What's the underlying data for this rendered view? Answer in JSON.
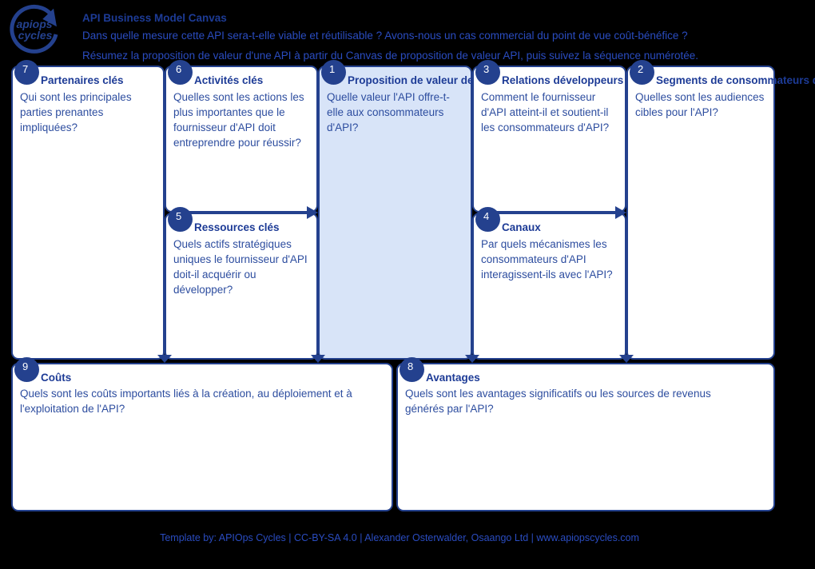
{
  "logo": {
    "line1": "apiops",
    "line2": "cycles"
  },
  "header": {
    "title": "API Business Model Canvas",
    "line1": "Dans quelle mesure cette API sera-t-elle viable et réutilisable ? Avons-nous un cas commercial du point de vue coût-bénéfice ?",
    "line2": "Résumez la proposition de valeur d'une API à partir du Canvas de proposition de valeur API, puis suivez la séquence numérotée."
  },
  "boxes": {
    "b7": {
      "num": "7",
      "title": "Partenaires clés",
      "body": "Qui sont les principales parties prenantes impliquées?"
    },
    "b6": {
      "num": "6",
      "title": "Activités clés",
      "body": "Quelles sont les actions les plus importantes que le fournisseur d'API doit entreprendre pour réussir?"
    },
    "b5": {
      "num": "5",
      "title": "Ressources clés",
      "body": "Quels actifs stratégiques uniques le fournisseur d'API doit-il acquérir ou développer?"
    },
    "b1": {
      "num": "1",
      "title": "Proposition de valeur de l'API",
      "body": "Quelle valeur l'API offre-t-elle aux consommateurs d'API?"
    },
    "b3": {
      "num": "3",
      "title": "Relations développeurs",
      "body": "Comment le fournisseur d'API atteint-il et soutient-il les consommateurs d'API?"
    },
    "b4": {
      "num": "4",
      "title": "Canaux",
      "body": "Par quels mécanismes les consommateurs d'API interagissent-ils avec l'API?"
    },
    "b2": {
      "num": "2",
      "title": "Segments de consommateurs de l'API",
      "body": "Quelles sont les audiences cibles pour l'API?"
    },
    "b9": {
      "num": "9",
      "title": "Coûts",
      "body": "Quels sont les coûts importants liés à la création, au déploiement et à l'exploitation de l'API?"
    },
    "b8": {
      "num": "8",
      "title": "Avantages",
      "body": "Quels sont les avantages significatifs ou les sources de revenus générés par l'API?"
    }
  },
  "footer": {
    "text": "Template by: APIOps Cycles | CC-BY-SA 4.0 | Alexander Osterwalder, Osaango Ltd | www.apiopscycles.com"
  },
  "colors": {
    "navy": "#24418e",
    "royal_blue": "#2a4cc0",
    "light_blue": "#d8e4f8",
    "box_background": "#ffffff",
    "page_background": "#000000"
  }
}
